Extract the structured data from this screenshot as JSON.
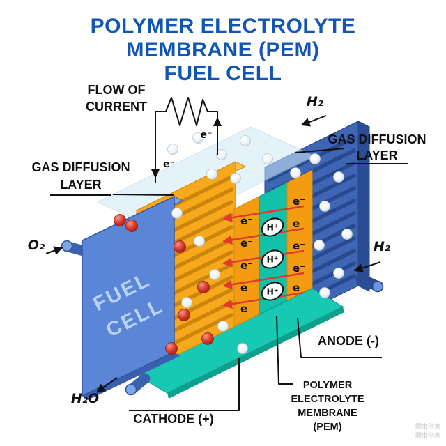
{
  "title": {
    "line1": "POLYMER ELECTROLYTE",
    "line2": "MEMBRANE (PEM)",
    "line3": "FUEL CELL"
  },
  "circuit": {
    "label_line1": "FLOW OF",
    "label_line2": "CURRENT"
  },
  "labels": {
    "gdl_left": {
      "line1": "GAS DIFFUSION",
      "line2": "LAYER"
    },
    "gdl_right": {
      "line1": "GAS DIFFUSION",
      "line2": "LAYER"
    },
    "cathode": "CATHODE (+)",
    "anode": "ANODE (-)",
    "pem": {
      "line1": "POLYMER",
      "line2": "ELECTROLYTE",
      "line3": "MEMBRANE",
      "line4": "(PEM)"
    }
  },
  "gases": {
    "oxygen": "O₂",
    "hydrogen_top": "H₂",
    "hydrogen_right": "H₂",
    "water": "H₂O"
  },
  "cell": {
    "line1": "FUEL",
    "line2": "CELL"
  },
  "particles": {
    "electron": "e⁻",
    "proton": "H⁺"
  },
  "watermark": {
    "line1": "图虫创意",
    "line2": "图虫创意"
  },
  "colors": {
    "title_blue": "#1256b4",
    "text_black": "#111111",
    "end_plate_blue": "#5b85d6",
    "end_plate_top": "#7fa5e6",
    "gdl_yellow": "#f7a81c",
    "gdl_yellow_top": "#fbc14d",
    "catalyst_orange": "#f39c12",
    "membrane_teal": "#13c1ab",
    "anode_gdl_blue": "#3f66b4",
    "anode_gdl_top": "#6f94de",
    "container_blue": "#cfe9f7",
    "tray_teal": "#17c9b2",
    "arrow_red": "#e0392e",
    "oxygen_red": "#d63a2c",
    "hydrogen_white": "#ffffff"
  }
}
